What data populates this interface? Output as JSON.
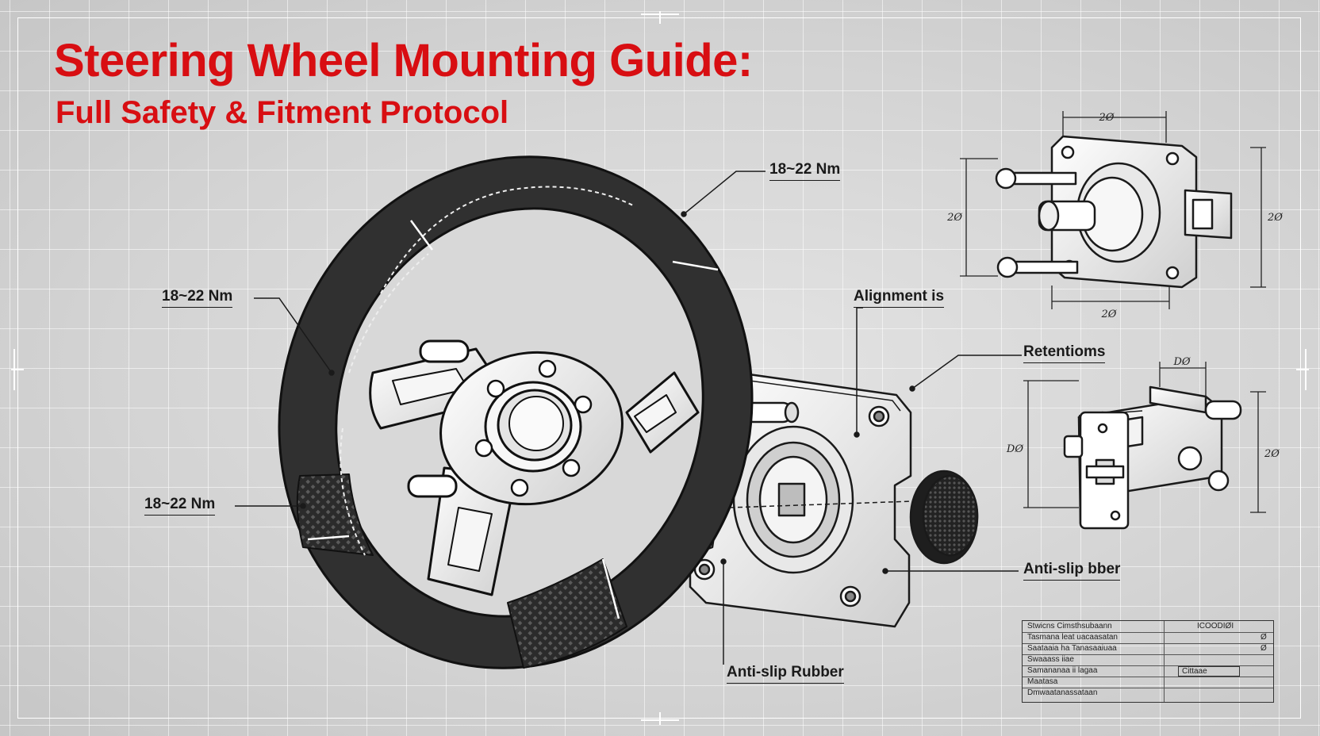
{
  "title": "Steering Wheel Mounting Guide:",
  "subtitle": "Full Safety & Fitment Protocol",
  "callouts": {
    "torque_top": "18~22 Nm",
    "torque_left": "18~22 Nm",
    "torque_lower": "18~22 Nm",
    "alignment": "Alignment is",
    "retentions": "Retentioms",
    "anti_slip_right": "Anti-slip bber",
    "anti_slip_bottom": "Anti-slip Rubber"
  },
  "dimensions": {
    "plate_top": "2Ø",
    "plate_left": "2Ø",
    "plate_right": "2Ø",
    "plate_bottom": "2Ø",
    "bracket_top": "DØ",
    "bracket_left": "DØ",
    "bracket_right": "2Ø"
  },
  "title_block": {
    "rows": [
      {
        "left": "Stwicns Cimsthsubaann",
        "right": "ICOODIØI"
      },
      {
        "left": "Tasmana leat uacaasatan",
        "right": "Ø"
      },
      {
        "left": "Saataaia ha Tanasaaiuaa",
        "right": "Ø"
      },
      {
        "left": "Swaaass  iiae",
        "right": ""
      },
      {
        "left": "Samananaa ii lagaa",
        "right": "Cittaae"
      },
      {
        "left": "Maatasa",
        "right": ""
      },
      {
        "left": "Dmwaatanassataan",
        "right": ""
      }
    ]
  },
  "colors": {
    "title": "#d80e12",
    "background": "#d6d6d6",
    "ink": "#1a1a1a",
    "grip": "#2a2a2a"
  }
}
